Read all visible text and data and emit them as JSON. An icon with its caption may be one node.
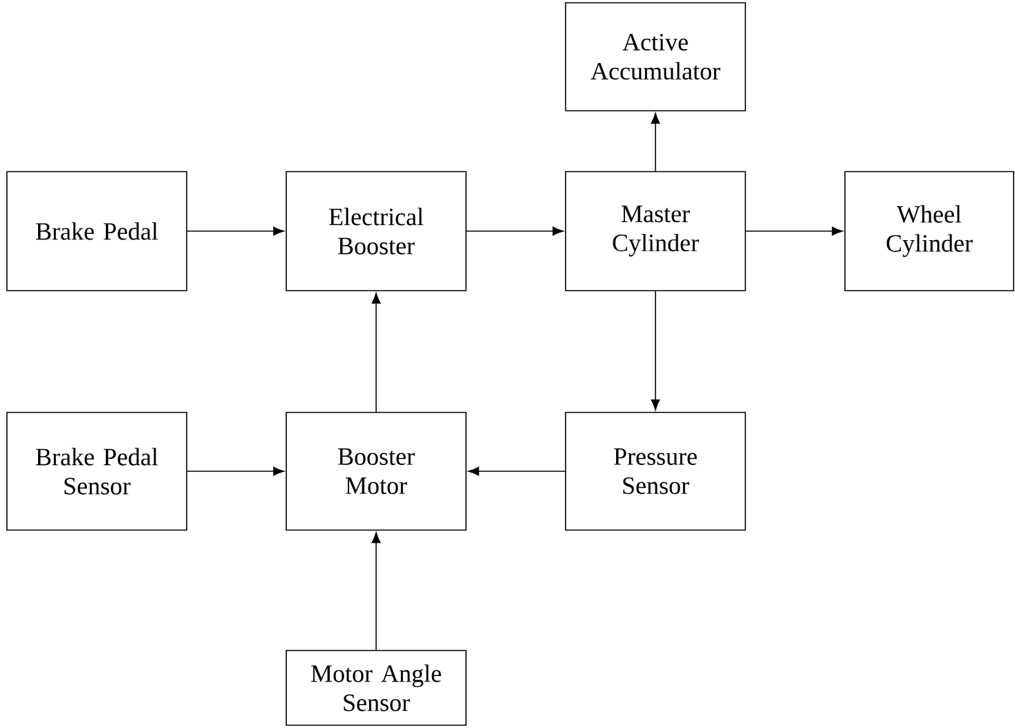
{
  "diagram": {
    "nodes": [
      {
        "text": [
          "Active Accumulator"
        ]
      },
      {
        "text": [
          "Brake Pedal"
        ]
      },
      {
        "text": [
          "Electrical Booster"
        ]
      },
      {
        "text": [
          "Master Cylinder"
        ]
      },
      {
        "text": [
          "Wheel Cylinder"
        ]
      },
      {
        "text": [
          "Brake Pedal Sensor"
        ]
      },
      {
        "text": [
          "Booster Motor"
        ]
      },
      {
        "text": [
          "Pressure Sensor"
        ]
      },
      {
        "text": [
          "Motor Angle Sensor"
        ]
      }
    ],
    "edges": [
      {
        "from": 1,
        "to": 2,
        "arrow": "to"
      },
      {
        "from": 2,
        "to": 3,
        "arrow": "to"
      },
      {
        "from": 3,
        "to": 0,
        "arrow": "to"
      },
      {
        "from": 3,
        "to": 4,
        "arrow": "to"
      },
      {
        "from": 3,
        "to": 7,
        "arrow": "to"
      },
      {
        "from": 7,
        "to": 6,
        "arrow": "to"
      },
      {
        "from": 5,
        "to": 6,
        "arrow": "to"
      },
      {
        "from": 6,
        "to": 2,
        "arrow": "to"
      },
      {
        "from": 8,
        "to": 6,
        "arrow": "to"
      }
    ]
  }
}
